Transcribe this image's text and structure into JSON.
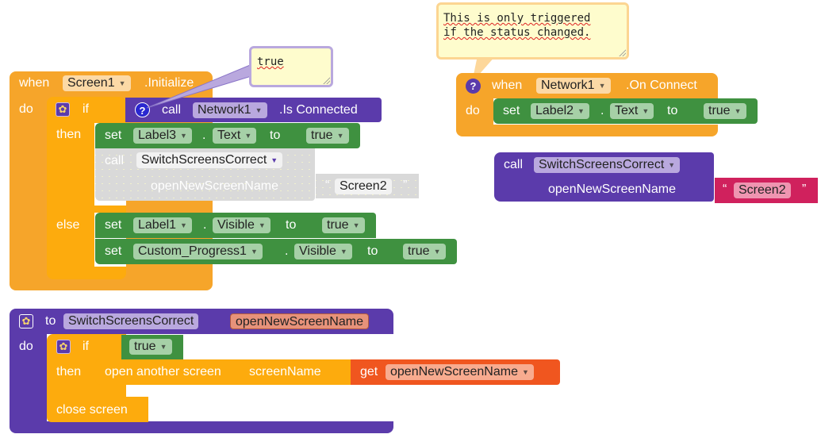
{
  "comments": {
    "is_connected_comment": {
      "text": "true"
    },
    "on_connect_comment": {
      "line1": "This is only triggered",
      "line2": "if the status changed."
    }
  },
  "initialize_event": {
    "when_label": "when",
    "component": "Screen1",
    "event": ".Initialize",
    "do_label": "do",
    "if_block": {
      "if_label": "if",
      "then_label": "then",
      "else_label": "else",
      "condition": {
        "call_label": "call",
        "component": "Network1",
        "method": ".Is Connected"
      },
      "then_statements": {
        "set1": {
          "set_label": "set",
          "component": "Label3",
          "dot": ".",
          "property": "Text",
          "to_label": "to",
          "value": "true"
        },
        "disabled_call": {
          "call_label": "call",
          "procedure": "SwitchScreensCorrect",
          "param_name": "openNewScreenName",
          "open_quote": "“",
          "value": "Screen2",
          "close_quote": "”"
        }
      },
      "else_statements": {
        "set1": {
          "set_label": "set",
          "component": "Label1",
          "dot": ".",
          "property": "Visible",
          "to_label": "to",
          "value": "true"
        },
        "set2": {
          "set_label": "set",
          "component": "Custom_Progress1",
          "dot": ".",
          "property": "Visible",
          "to_label": "to",
          "value": "true"
        }
      }
    }
  },
  "on_connect_event": {
    "when_label": "when",
    "component": "Network1",
    "event": ".On Connect",
    "do_label": "do",
    "set": {
      "set_label": "set",
      "component": "Label2",
      "dot": ".",
      "property": "Text",
      "to_label": "to",
      "value": "true"
    }
  },
  "floating_call": {
    "call_label": "call",
    "procedure": "SwitchScreensCorrect",
    "param_name": "openNewScreenName",
    "open_quote": "“",
    "value": "Screen2",
    "close_quote": "”"
  },
  "procedure_def": {
    "to_label": "to",
    "name": "SwitchScreensCorrect",
    "param": "openNewScreenName",
    "do_label": "do",
    "if_block": {
      "if_label": "if",
      "then_label": "then",
      "condition": "true",
      "then_statement": {
        "label": "open another screen",
        "arg_label": "screenName",
        "get_label": "get",
        "variable": "openNewScreenName"
      }
    },
    "close_screen": "close screen"
  },
  "colors": {
    "event_orange": "#f6a52a",
    "control_orange": "#fdab0d",
    "setter_green": "#3f9140",
    "procedure_purple": "#5b3bab",
    "text_red": "#d0215d",
    "get_red": "#f0561f",
    "comment_bg": "#fefccd"
  }
}
